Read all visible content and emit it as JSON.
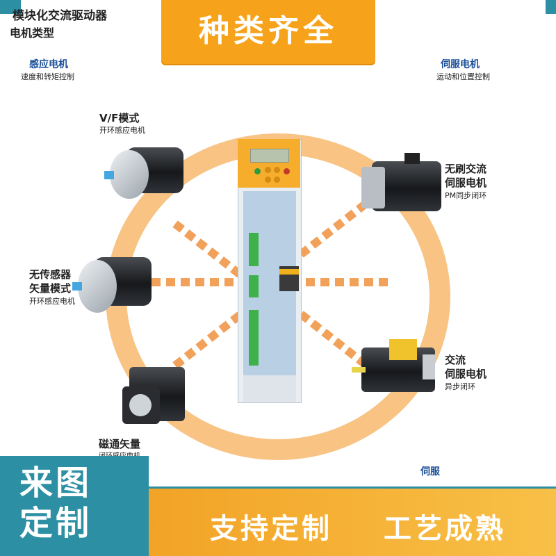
{
  "banner": {
    "title": "种类齐全"
  },
  "header": {
    "line1": "模块化交流驱动器",
    "line2": "电机类型"
  },
  "left": {
    "title": "感应电机",
    "subtitle": "速度和转矩控制",
    "vf_title": "V/F模式",
    "vf_sub": "开环感应电机",
    "sensorless_title_1": "无传感器",
    "sensorless_title_2": "矢量模式",
    "sensorless_sub": "开环感应电机",
    "flux_title": "磁通矢量",
    "flux_sub": "闭环感应电机"
  },
  "right": {
    "title": "伺服电机",
    "subtitle": "运动和位置控制",
    "brushless_1": "无刷交流",
    "brushless_2": "伺服电机",
    "brushless_sub": "PM同步闭环",
    "ac_1": "交流",
    "ac_2": "伺服电机",
    "ac_sub": "异步闭环",
    "bottom_title": "伺服"
  },
  "bottom": {
    "left_line1": "来图",
    "left_line2": "定制",
    "strip_text_1": "支持定制",
    "strip_text_2": "工艺成熟"
  },
  "colors": {
    "teal": "#2c8fa3",
    "orange": "#f6a21a",
    "ring": "#f8c383",
    "blue_text": "#1b4f9b"
  }
}
